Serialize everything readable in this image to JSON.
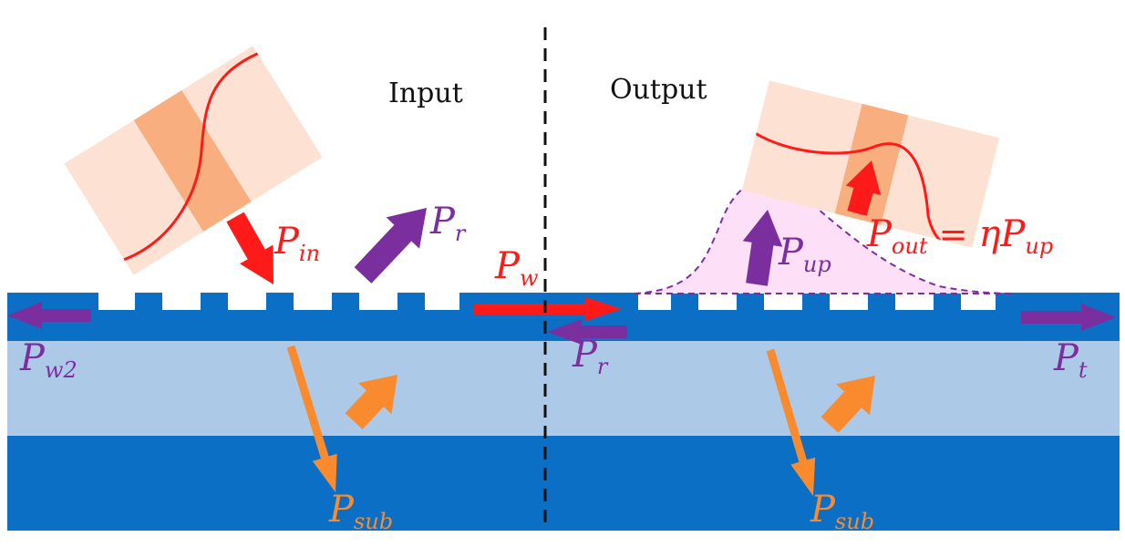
{
  "headings": {
    "input": "Input",
    "output": "Output"
  },
  "colors": {
    "waveguide": "#0b6fc5",
    "cladding": "#adc9e8",
    "substrate": "#0b6fc5",
    "beam_light": "#fde2d4",
    "beam_dark": "#f9ae80",
    "red": "#ff1a1a",
    "purple": "#7b2f9f",
    "orange": "#f98a2d",
    "emission_fill": "#fde0f8",
    "emission_outline": "#7b2f9f",
    "divider": "#111111"
  },
  "labels": {
    "p_in": {
      "main": "P",
      "sub": "in"
    },
    "p_r_top": {
      "main": "P",
      "sub": "r"
    },
    "p_w": {
      "main": "P",
      "sub": "w"
    },
    "p_up": {
      "main": "P",
      "sub": "up"
    },
    "p_out": {
      "main": "P",
      "sub": "out",
      "eq": " = ",
      "eta": "η",
      "main2": "P",
      "sub2": "up"
    },
    "p_w2": {
      "main": "P",
      "sub": "w2"
    },
    "p_r_bottom": {
      "main": "P",
      "sub": "r"
    },
    "p_t": {
      "main": "P",
      "sub": "t"
    },
    "p_sub_left": {
      "main": "P",
      "sub": "sub"
    },
    "p_sub_right": {
      "main": "P",
      "sub": "sub"
    }
  }
}
